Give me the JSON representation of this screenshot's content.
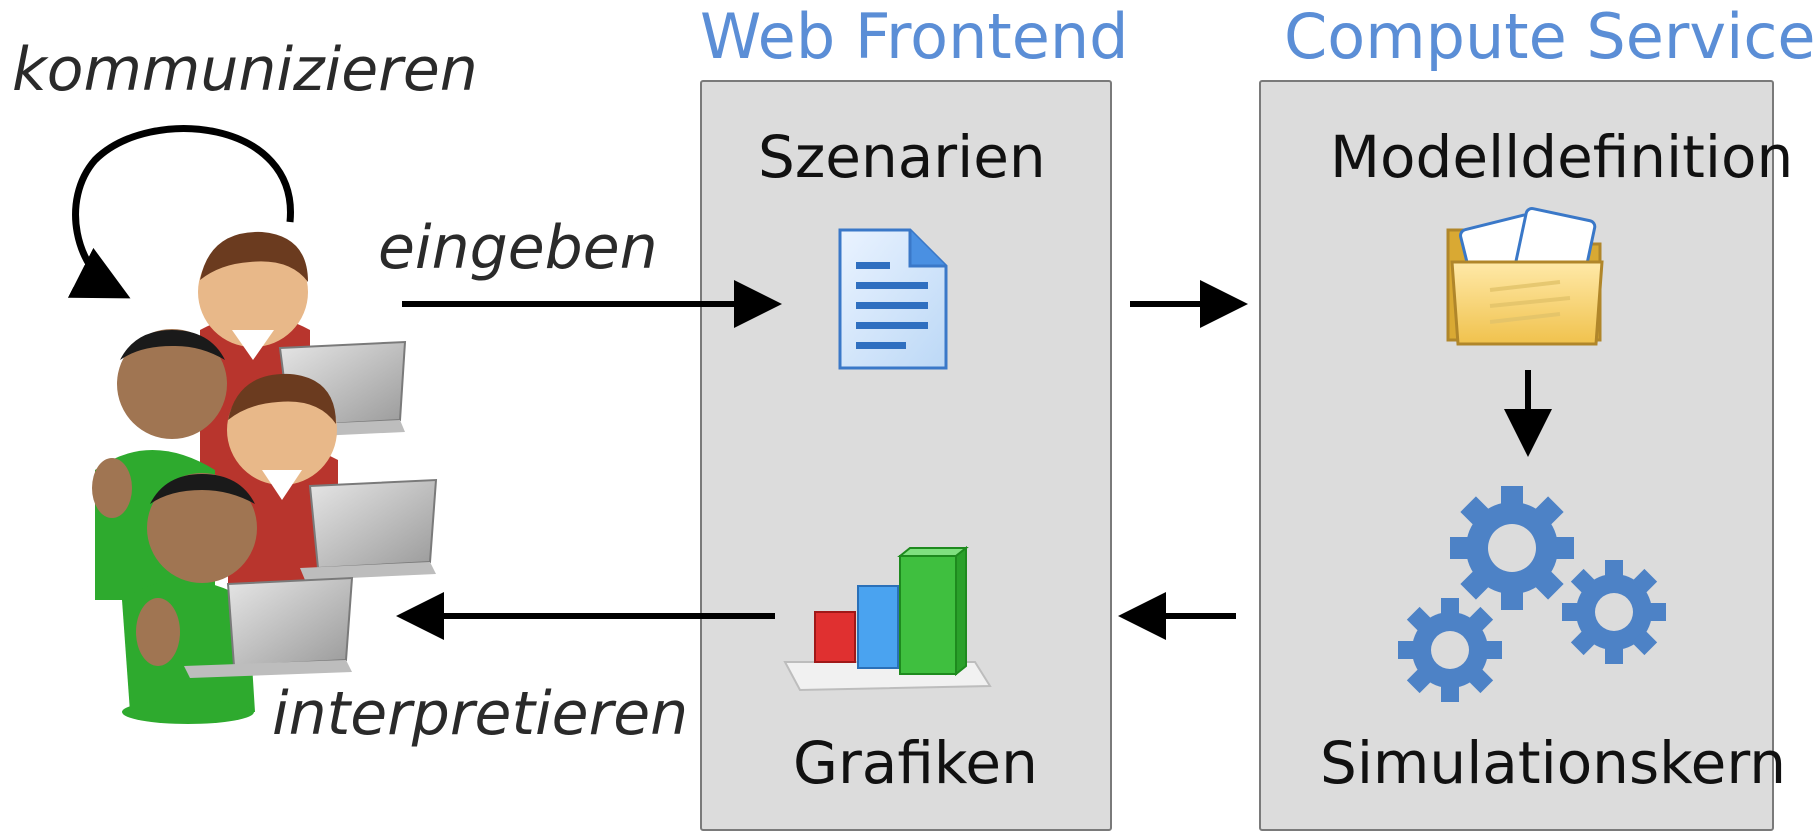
{
  "diagram": {
    "web_frontend": {
      "title": "Web Frontend",
      "scenarios_label": "Szenarien",
      "graphics_label": "Grafiken"
    },
    "compute_service": {
      "title": "Compute Service",
      "model_label": "Modelldefinition",
      "kernel_label": "Simulationskern"
    },
    "actions": {
      "communicate": "kommunizieren",
      "input": "eingeben",
      "interpret": "interpretieren"
    },
    "icons": {
      "users": "users-with-laptops-icon",
      "document": "document-icon",
      "folder": "folder-icon",
      "gears": "gears-icon",
      "chart": "bar-chart-icon"
    },
    "colors": {
      "accent": "#5b8ed6",
      "panel": "#dcdcdc"
    }
  }
}
